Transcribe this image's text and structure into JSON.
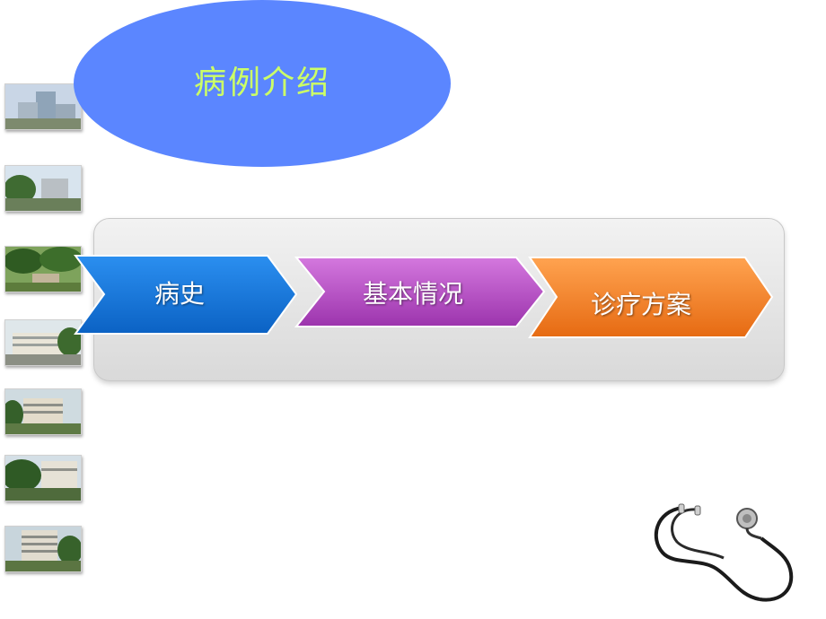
{
  "title": "病例介绍",
  "steps": [
    {
      "label": "病史",
      "color": "#1478d8"
    },
    {
      "label": "基本情况",
      "color": "#b64fc0"
    },
    {
      "label": "诊疗方案",
      "color": "#ef7d22"
    }
  ],
  "sidebar_thumbnails": [
    {
      "name": "hospital-building-photo-1"
    },
    {
      "name": "hospital-building-photo-2"
    },
    {
      "name": "hospital-garden-photo"
    },
    {
      "name": "hospital-building-photo-3"
    },
    {
      "name": "hospital-building-photo-4"
    },
    {
      "name": "hospital-building-photo-5"
    },
    {
      "name": "hospital-building-photo-6"
    }
  ],
  "decor": {
    "icon": "stethoscope-icon"
  }
}
